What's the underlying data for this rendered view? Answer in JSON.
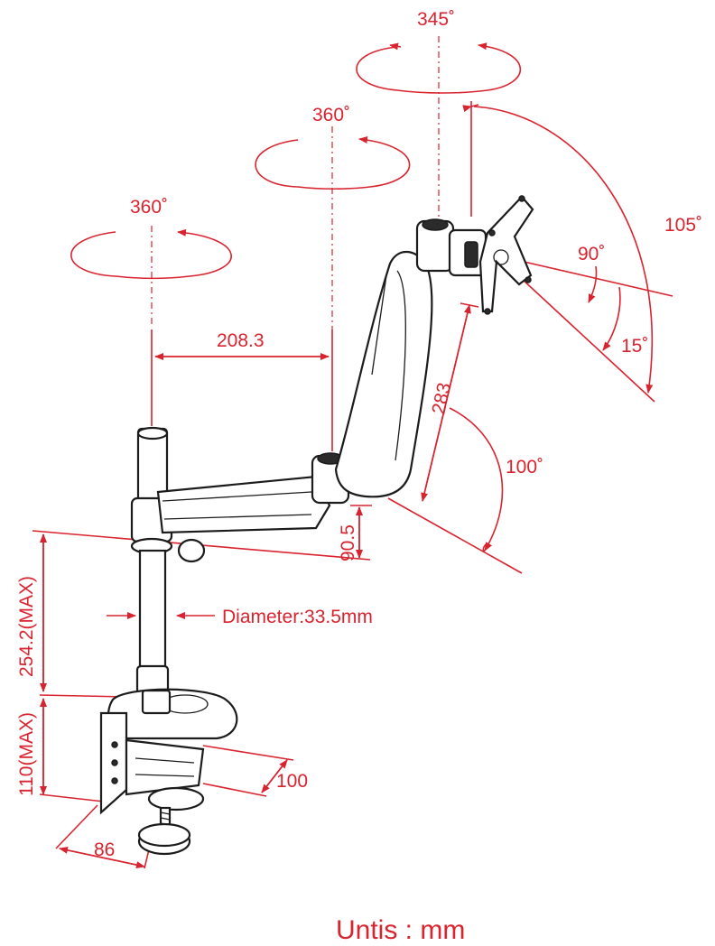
{
  "rotations": {
    "top": "345˚",
    "middle": "360˚",
    "left": "360˚"
  },
  "tilt": {
    "range": "105˚",
    "swivel": "90˚",
    "down": "15˚"
  },
  "arm_angle": "100˚",
  "dimensions": {
    "arm_span": "208.3",
    "arm_length": "283",
    "arm_height": "90.5",
    "pole_height": "254.2(MAX)",
    "clamp_height": "110(MAX)",
    "pole_diameter": "Diameter:33.5mm",
    "clamp_depth": "100",
    "clamp_width": "86"
  },
  "units_label": "Untis : mm"
}
